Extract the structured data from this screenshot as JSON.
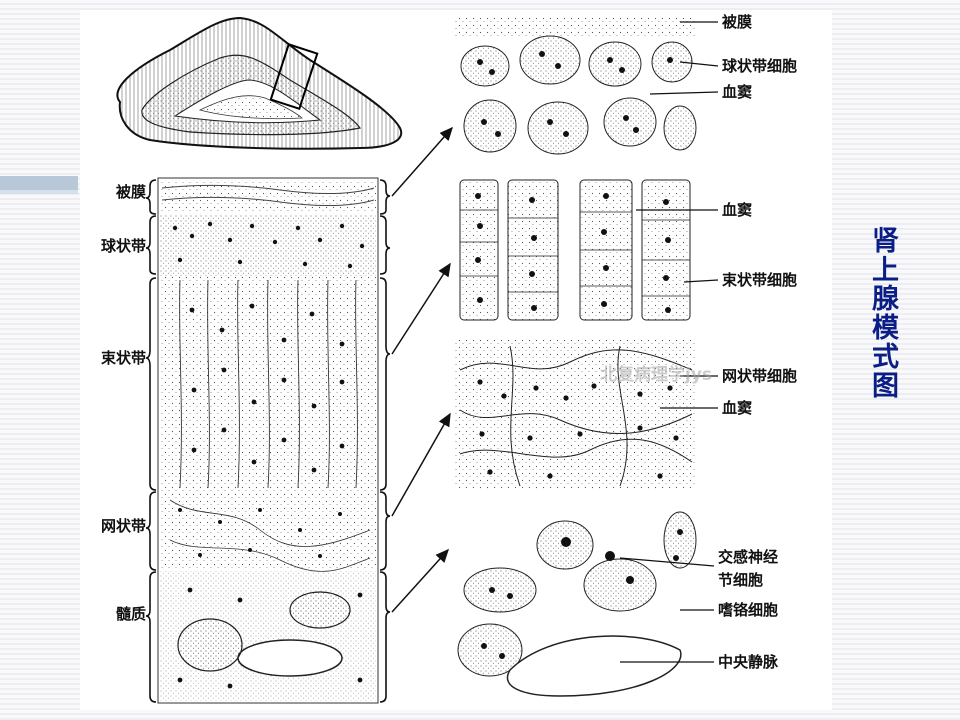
{
  "title": "肾上腺模式图",
  "watermark": "北复病理学jys",
  "left_labels": [
    {
      "id": "capsule",
      "text": "被膜"
    },
    {
      "id": "glomerulosa",
      "text": "球状带"
    },
    {
      "id": "fasciculata",
      "text": "束状带"
    },
    {
      "id": "reticularis",
      "text": "网状带"
    },
    {
      "id": "medulla",
      "text": "髓质"
    }
  ],
  "right_labels": [
    {
      "id": "capsule",
      "text": "被膜"
    },
    {
      "id": "glomerulosa-cells",
      "text": "球状带细胞"
    },
    {
      "id": "sinusoid-1",
      "text": "血窦"
    },
    {
      "id": "sinusoid-2",
      "text": "血窦"
    },
    {
      "id": "fasciculata-cells",
      "text": "束状带细胞"
    },
    {
      "id": "reticularis-cells",
      "text": "网状带细胞"
    },
    {
      "id": "sinusoid-3",
      "text": "血窦"
    },
    {
      "id": "sympathetic-ganglion-1",
      "text": "交感神经"
    },
    {
      "id": "sympathetic-ganglion-2",
      "text": "节细胞"
    },
    {
      "id": "chromaffin-cells",
      "text": "嗜铬细胞"
    },
    {
      "id": "central-vein",
      "text": "中央静脉"
    }
  ],
  "colors": {
    "title": "#0b1e86",
    "accent_bar": "#b9c8d8",
    "ink": "#1a1a1a"
  }
}
